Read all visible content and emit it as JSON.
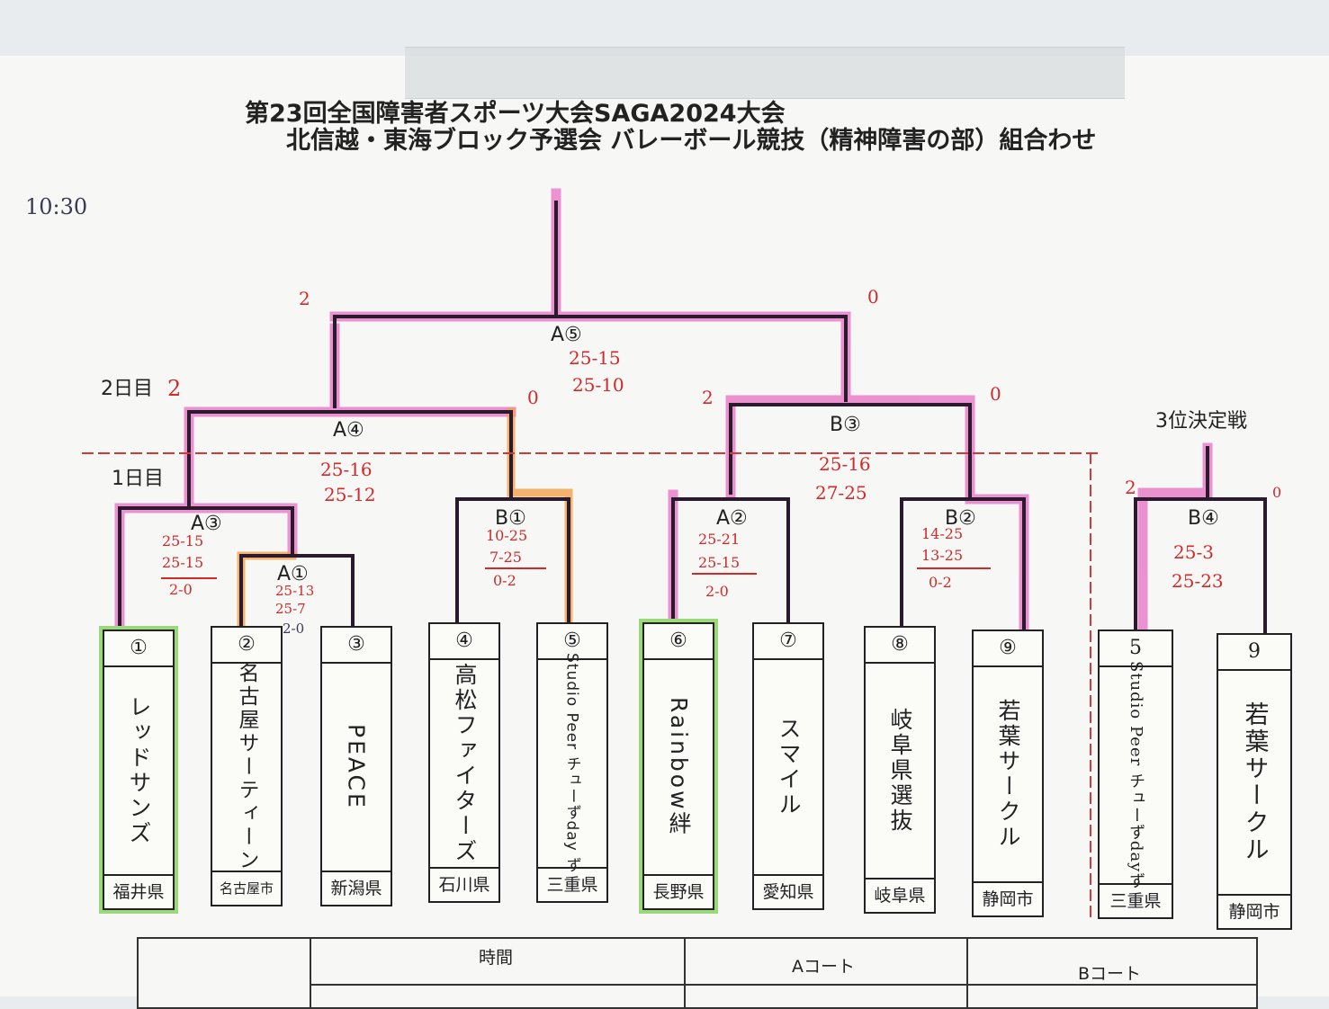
{
  "title": {
    "line1": "第23回全国障害者スポーツ大会SAGA2024大会",
    "line2": "北信越・東海ブロック予選会  バレーボール競技（精神障害の部）組合わせ"
  },
  "time_note": "10:30",
  "labels": {
    "day2": "2日目",
    "day1": "1日目",
    "third_place": "3位決定戦"
  },
  "matches": {
    "A5": {
      "label": "A⑤",
      "score_left": "2",
      "score_right": "0",
      "sets": [
        "25-15",
        "25-10"
      ]
    },
    "A4": {
      "label": "A④",
      "score_left": "2",
      "score_right": "0",
      "sets": [
        "25-16",
        "25-12"
      ]
    },
    "B3": {
      "label": "B③",
      "score_left": "2",
      "score_right": "0",
      "sets": [
        "25-16",
        "27-25"
      ]
    },
    "A3": {
      "label": "A③",
      "sets": [
        "25-15",
        "25-15"
      ],
      "result": "2-0"
    },
    "A1": {
      "label": "A①",
      "sets": [
        "25-13",
        "25-7"
      ],
      "result": "2-0"
    },
    "B1": {
      "label": "B①",
      "sets": [
        "10-25",
        "7-25"
      ],
      "result": "0-2"
    },
    "A2": {
      "label": "A②",
      "sets": [
        "25-21",
        "25-15"
      ],
      "result": "2-0"
    },
    "B2": {
      "label": "B②",
      "sets": [
        "14-25",
        "13-25"
      ],
      "result": "0-2"
    },
    "B4": {
      "label": "B④",
      "score_left": "2",
      "score_right": "0",
      "sets": [
        "25-3",
        "25-23"
      ]
    }
  },
  "teams": [
    {
      "num": "①",
      "name": "レッドサンズ",
      "pref": "福井県"
    },
    {
      "num": "②",
      "name": "名古屋サーティーン",
      "pref": "名古屋市"
    },
    {
      "num": "③",
      "name": "PEACE",
      "pref": "新潟県"
    },
    {
      "num": "④",
      "name": "高松ファイターズ",
      "pref": "石川県"
    },
    {
      "num": "⑤",
      "name": "Studio Peer チューずday ず",
      "pref": "三重県"
    },
    {
      "num": "⑥",
      "name": "Rainbow絆",
      "pref": "長野県"
    },
    {
      "num": "⑦",
      "name": "スマイル",
      "pref": "愛知県"
    },
    {
      "num": "⑧",
      "name": "岐阜県選抜",
      "pref": "岐阜県"
    },
    {
      "num": "⑨",
      "name": "若葉サークル",
      "pref": "静岡市"
    },
    {
      "num": "5",
      "name": "Studio Peer チューずdayず",
      "pref": "三重県"
    },
    {
      "num": "9",
      "name": "若葉サークル",
      "pref": "静岡市"
    }
  ],
  "schedule": {
    "col_time": "時間",
    "col_a": "Aコート",
    "col_b": "Bコート"
  },
  "colors": {
    "bracket": "#2a1a2e",
    "winner_highlight": "#e86fc4",
    "orange_highlight": "#f3a04a",
    "team_highlight": "#9bd87a",
    "score_ink": "#d12a2a",
    "divider": "#d23a3a"
  }
}
